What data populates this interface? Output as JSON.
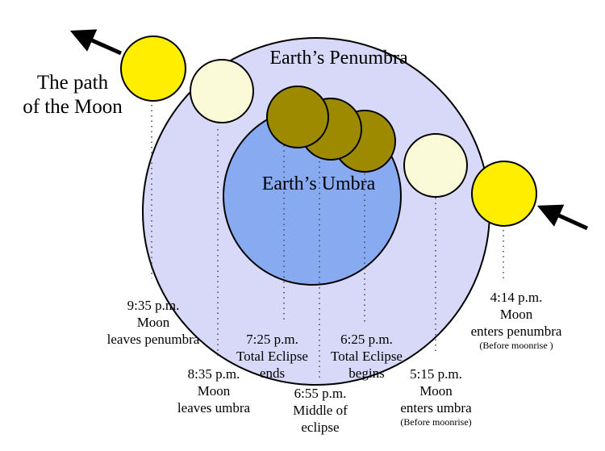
{
  "regions": {
    "penumbra": "Earth’s Penumbra",
    "umbra": "Earth’s Umbra"
  },
  "path_title": [
    "The path",
    "of the Moon"
  ],
  "events": [
    {
      "time": "9:35 p.m.",
      "line1": "Moon",
      "line2": "leaves penumbra",
      "note": ""
    },
    {
      "time": "8:35 p.m.",
      "line1": "Moon",
      "line2": "leaves umbra",
      "note": ""
    },
    {
      "time": "7:25 p.m.",
      "line1": "Total Eclipse",
      "line2": "ends",
      "note": ""
    },
    {
      "time": "6:55 p.m.",
      "line1": "Middle of",
      "line2": "eclipse",
      "note": ""
    },
    {
      "time": "6:25 p.m.",
      "line1": "Total Eclipse",
      "line2": "begins",
      "note": ""
    },
    {
      "time": "5:15 p.m.",
      "line1": "Moon",
      "line2": "enters umbra",
      "note": "(Before moonrise)"
    },
    {
      "time": "4:14 p.m.",
      "line1": "Moon",
      "line2": "enters penumbra",
      "note": "(Before moonrise )"
    }
  ],
  "colors": {
    "penumbra": "#d8d8f8",
    "umbra": "#88aaf0",
    "moon_full": "#ffee00",
    "moon_penumbral": "#fafad8",
    "moon_total": "#9e8a00",
    "outline": "#000000"
  }
}
